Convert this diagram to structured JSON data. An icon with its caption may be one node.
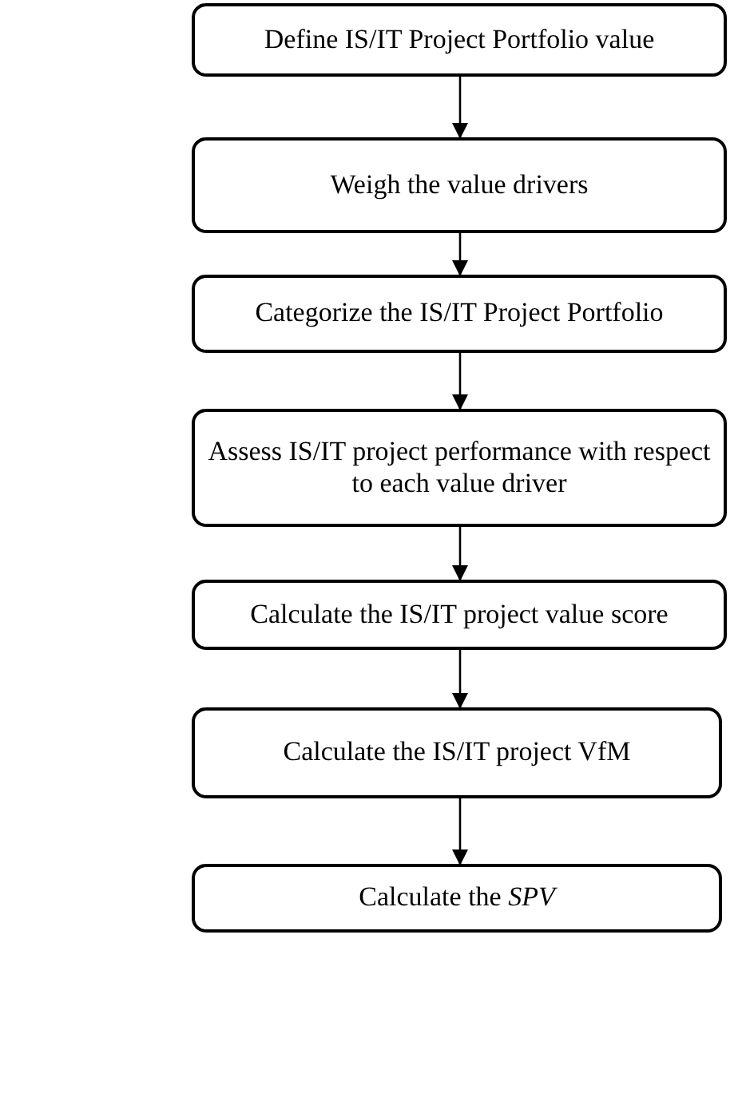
{
  "diagram": {
    "nodes": [
      {
        "text": [
          "Define IS/IT Project Portfolio value"
        ]
      },
      {
        "text": [
          "Weigh the value drivers"
        ]
      },
      {
        "text": [
          "Categorize the IS/IT Project Portfolio"
        ]
      },
      {
        "text": [
          "Assess IS/IT project performance with respect to each value driver"
        ]
      },
      {
        "text": [
          "Calculate the IS/IT project value score"
        ]
      },
      {
        "text": [
          "Calculate the IS/IT project VfM"
        ]
      },
      {
        "text": [
          "Calculate the *SPV*"
        ]
      }
    ],
    "edges": [
      {
        "from": 0,
        "to": 1,
        "arrow": "to"
      },
      {
        "from": 1,
        "to": 2,
        "arrow": "to"
      },
      {
        "from": 2,
        "to": 3,
        "arrow": "to"
      },
      {
        "from": 3,
        "to": 4,
        "arrow": "to"
      },
      {
        "from": 4,
        "to": 5,
        "arrow": "to"
      },
      {
        "from": 5,
        "to": 6,
        "arrow": "to"
      }
    ]
  }
}
